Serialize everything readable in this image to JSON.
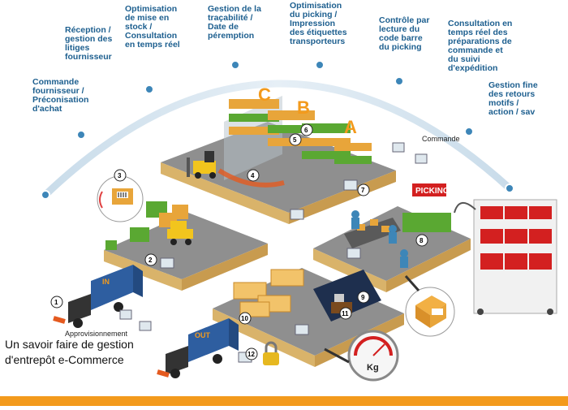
{
  "timeline": {
    "steps": [
      {
        "label": "Commande\nfournisseur /\nPréconisation\nd'achat"
      },
      {
        "label": "Réception /\ngestion des\nlitiges\nfournisseur"
      },
      {
        "label": "Optimisation\nde mise en\nstock /\nConsultation\nen temps réel"
      },
      {
        "label": "Gestion de la\ntraçabilité /\nDate de\npéremption"
      },
      {
        "label": "Optimisation\ndu picking /\nImpression\ndes étiquettes\ntransporteurs"
      },
      {
        "label": "Contrôle par\nlecture du\ncode barre\ndu picking"
      },
      {
        "label": "Consultation en\ntemps réel des\npréparations de\ncommande et\ndu suivi\nd'expédition"
      },
      {
        "label": "Gestion fine\ndes retours\nmotifs /\naction / sav"
      }
    ]
  },
  "diagram": {
    "numbers": [
      "1",
      "2",
      "3",
      "4",
      "5",
      "6",
      "7",
      "8",
      "9",
      "10",
      "11",
      "12"
    ],
    "rack_letters": [
      "C",
      "B",
      "A"
    ],
    "commande_label": "Commande",
    "picking_label": "PICKING",
    "approvisionnement_label": "Approvisionnement",
    "truck_in_label": "IN",
    "truck_out_label": "OUT",
    "scale_unit": "Kg"
  },
  "caption": {
    "line1": "Un savoir faire de gestion",
    "line2": "d'entrepôt e-Commerce"
  },
  "colors": {
    "arc": "#c9dcea",
    "node": "#3d86b8",
    "label": "#1d5f8f",
    "platform_top": "#8f8f8f",
    "platform_side": "#d9b36a",
    "box": "#e8a53a",
    "green": "#5aa832",
    "accent_orange": "#f39a1c",
    "truck": "#2e5ea0",
    "shelf_red": "#d32020"
  }
}
